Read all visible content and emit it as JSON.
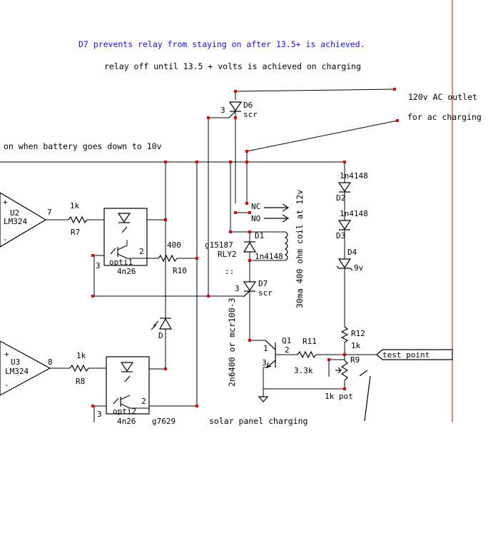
{
  "notes": {
    "d7_note": "D7 prevents relay from staying on after 13.5+ is achieved.",
    "relay_note": "relay off until 13.5 + volts is achieved on charging",
    "battery_note": "on when battery goes down to 10v",
    "outlet_line1": "120v AC outlet",
    "outlet_line2": "for ac charging",
    "relay_coil_note": "30ma 400 ohm coil at 12v",
    "scr_alt_note": "2n6400 or mcr100-3",
    "solar_note": "solar panel charging"
  },
  "components": {
    "u2_ref": "U2",
    "u2_part": "LM324",
    "u2_pin": "7",
    "u3_ref": "U3",
    "u3_part": "LM324",
    "u3_pin": "8",
    "r7_ref": "R7",
    "r7_val": "1k",
    "r8_ref": "R8",
    "r8_val": "1k",
    "opto1_ref": "opti1",
    "opto1_part": "4n26",
    "opto1_pin3": "3",
    "opto1_pin2": "2",
    "opto2_ref": "opti2",
    "opto2_part": "4n26",
    "opto2_pin3": "3",
    "opto2_pin2": "2",
    "r10_ref": "R10",
    "r10_val": "400",
    "d_ref": "D",
    "d6_ref": "D6",
    "d6_type": "scr",
    "d6_pin": "3",
    "relay_ref": "RLY2",
    "relay_part": "g15187",
    "nc_label": "NC",
    "no_label": "NO",
    "d1_ref": "D1",
    "d1_part": "1n4148",
    "d7_ref": "D7",
    "d7_type": "scr",
    "d7_pin": "3",
    "d2a_part": "1n4148",
    "d2a_ref": "D2",
    "d2b_part": "1n4148",
    "d2b_ref": "D3",
    "d4_ref": "D4",
    "d4_val": "9v",
    "r12_ref": "R12",
    "r12_val": "1k",
    "r9_ref": "R9",
    "r9_val": "1k pot",
    "q1_ref": "Q1",
    "q1_pin1": "1",
    "q1_pin2": "2",
    "q1_pin3": "3",
    "r11_ref": "R11",
    "r11_val": "3.3k",
    "test_point": "test point",
    "g7629": "g7629",
    "plus": "+",
    "minus": "-"
  },
  "colors": {
    "junction": "#dd0000",
    "blue_note": "#1010e0",
    "border": "#dd0000"
  }
}
